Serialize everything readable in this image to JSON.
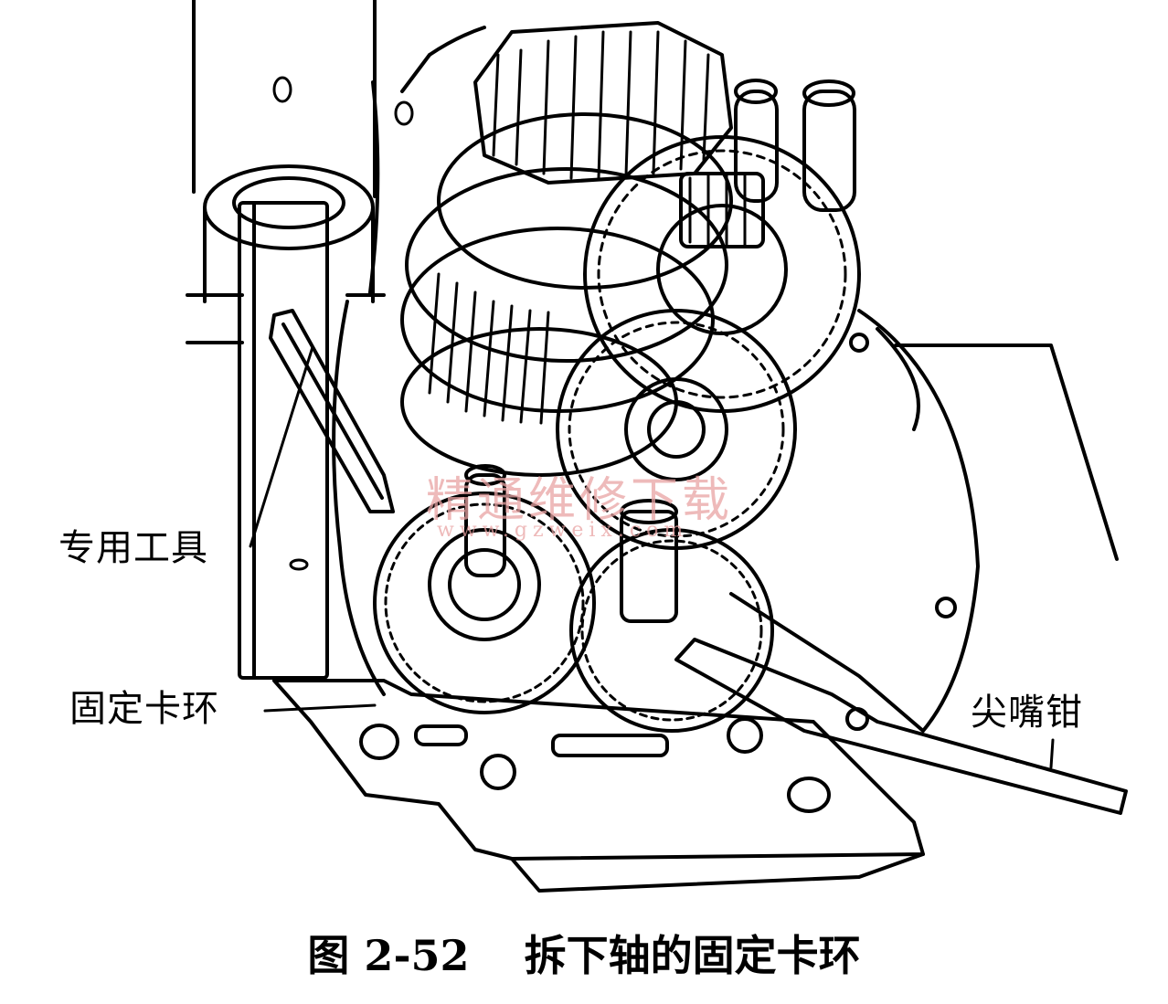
{
  "labels": {
    "special_tool": "专用工具",
    "retaining_ring": "固定卡环",
    "needle_nose_pliers": "尖嘴钳"
  },
  "caption": {
    "figure_number": "图 2-52",
    "title": "拆下轴的固定卡环"
  },
  "watermark": {
    "text": "精通维修下载",
    "url": "www.gzweix.com",
    "color": "#e9a3a3"
  },
  "colors": {
    "line": "#000000",
    "background": "#ffffff"
  }
}
